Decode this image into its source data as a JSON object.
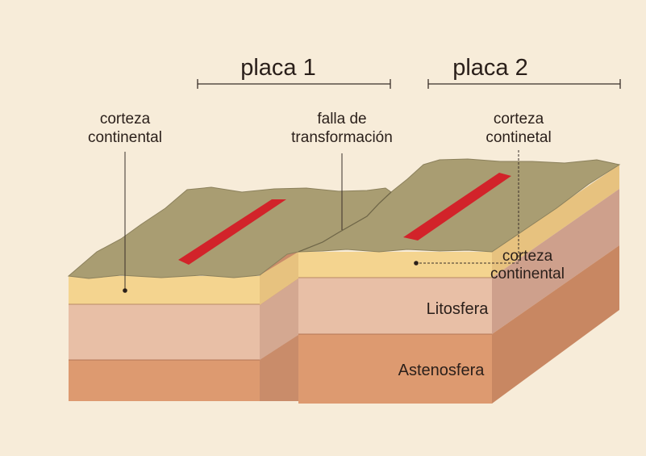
{
  "plates": {
    "plate1": {
      "label": "placa 1"
    },
    "plate2": {
      "label": "placa 2"
    }
  },
  "labels": {
    "crust_left": {
      "line1": "corteza",
      "line2": "continental"
    },
    "transform_fault": {
      "line1": "falla de",
      "line2": "transformación"
    },
    "crust_right_top": {
      "line1": "corteza",
      "line2": "continetal"
    },
    "crust_right_front": {
      "line1": "corteza",
      "line2": "continental"
    },
    "lithosphere": "Litosfera",
    "asthenosphere": "Astenosfera"
  },
  "colors": {
    "background": "#f7ecd9",
    "crust_top": "#a99d72",
    "crust_layer": "#f4d48f",
    "lithosphere": "#e8bfa6",
    "asthenosphere": "#dd9a70",
    "ridge": "#d2232a"
  }
}
